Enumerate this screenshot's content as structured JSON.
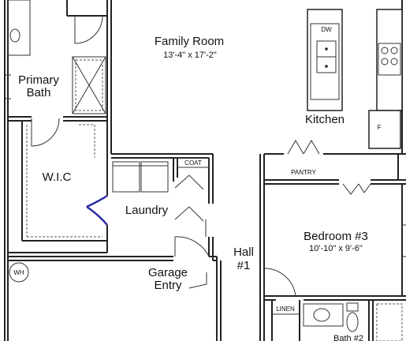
{
  "rooms": {
    "family_room": {
      "name": "Family Room",
      "dimensions": "13'-4\" x 17'-2\""
    },
    "kitchen": {
      "name": "Kitchen"
    },
    "primary_bath": {
      "line1": "Primary",
      "line2": "Bath"
    },
    "wic": {
      "name": "W.I.C"
    },
    "laundry": {
      "name": "Laundry"
    },
    "coat": {
      "name": "COAT"
    },
    "pantry": {
      "name": "PANTRY"
    },
    "bedroom3": {
      "name": "Bedroom #3",
      "dimensions": "10'-10\" x 9'-6\""
    },
    "hall1": {
      "line1": "Hall",
      "line2": "#1"
    },
    "garage_entry": {
      "line1": "Garage",
      "line2": "Entry"
    },
    "linen": {
      "name": "LINEN"
    },
    "bath2": {
      "name": "Bath #2"
    }
  },
  "fixtures": {
    "dishwasher": "DW",
    "water_heater": "WH",
    "fridge": "F"
  },
  "colors": {
    "wall": "#222222",
    "highlight_door": "#2a2aa8"
  }
}
